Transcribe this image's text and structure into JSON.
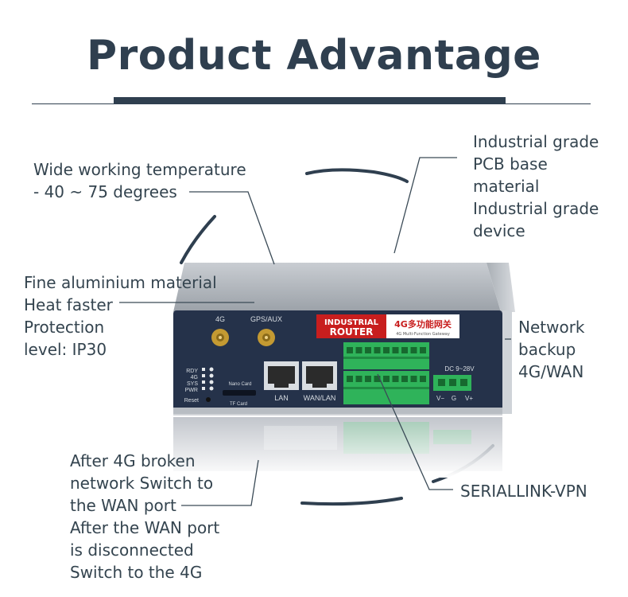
{
  "header": {
    "title": "Product Advantage"
  },
  "features": {
    "temperature": "Wide working temperature\n- 40 ~ 75 degrees",
    "pcb": "Industrial grade\nPCB base\nmaterial\nIndustrial grade\ndevice",
    "aluminium": "Fine aluminium material\nHeat faster\nProtection\nlevel: IP30",
    "backup": "Network\nbackup\n4G/WAN",
    "switch": "After 4G broken\nnetwork Switch to\nthe WAN port\nAfter the WAN port\nis disconnected\nSwitch to the 4G",
    "seriallink": "SERIALLINK-VPN"
  },
  "device": {
    "badge_line1": "INDUSTRIAL",
    "badge_line2": "ROUTER",
    "badge_cn": "4G多功能网关",
    "badge_sub": "4G Multi-Function Gateway",
    "antenna_4g": "4G",
    "antenna_gps": "GPS/AUX",
    "leds": [
      "RDY",
      "4G",
      "SYS",
      "PWR"
    ],
    "reset": "Reset",
    "nano_card": "Nano Card",
    "tf_card": "TF Card",
    "port_lan": "LAN",
    "port_wanlan": "WAN/LAN",
    "dc_label": "DC 9~28V",
    "pins": [
      "V−",
      "G",
      "V+"
    ]
  },
  "colors": {
    "title": "#2f3f4f",
    "text": "#34444f",
    "terminal": "#2fb35a",
    "badge": "#c81e1e",
    "panel": "#25324a"
  }
}
